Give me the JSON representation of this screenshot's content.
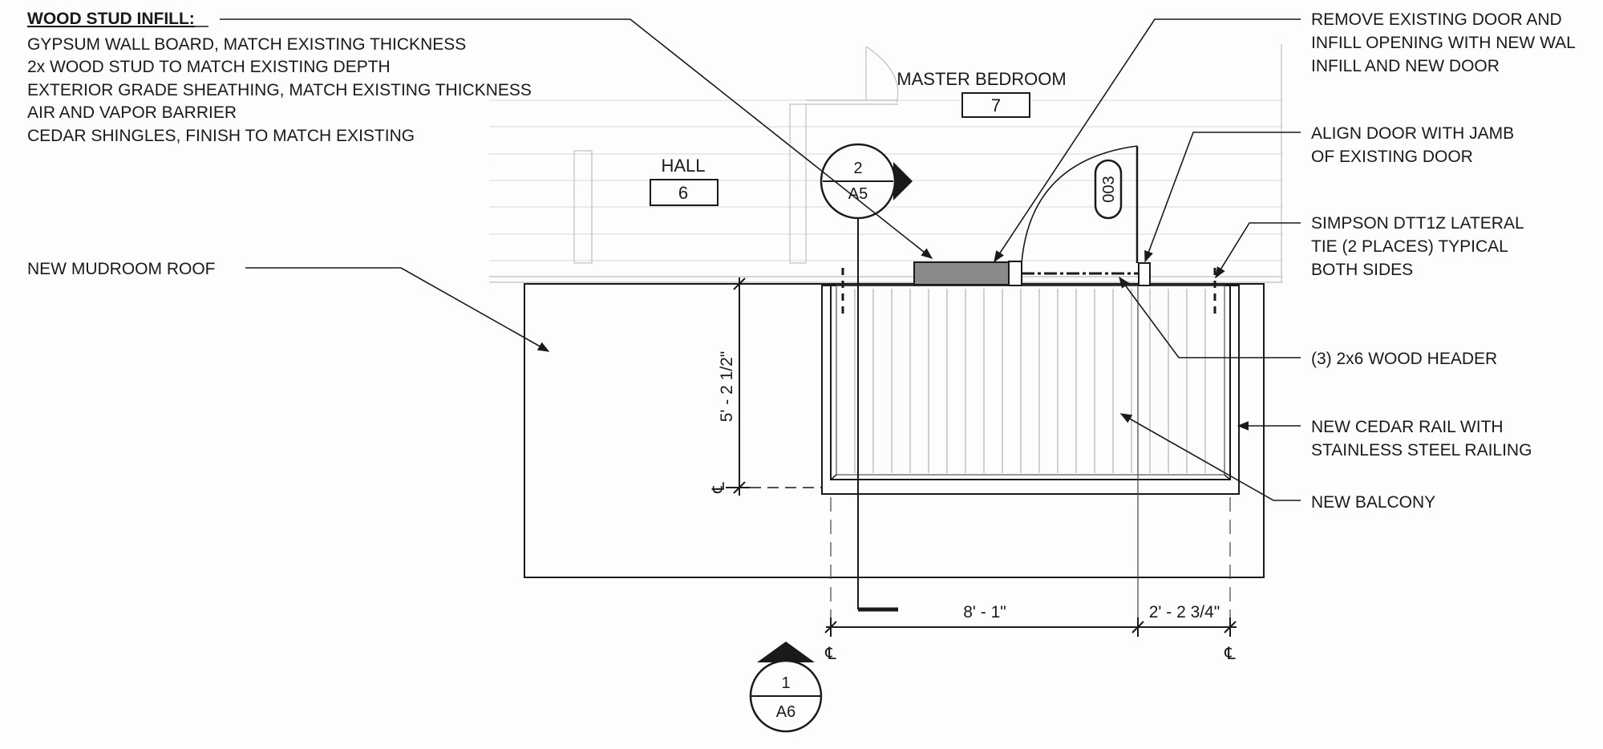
{
  "wood_stud_infill": {
    "heading": "WOOD STUD INFILL:",
    "lines": [
      "GYPSUM WALL BOARD, MATCH EXISTING THICKNESS",
      "2x WOOD STUD TO MATCH EXISTING DEPTH",
      "EXTERIOR GRADE SHEATHING, MATCH EXISTING THICKNESS",
      "AIR AND VAPOR BARRIER",
      "CEDAR SHINGLES, FINISH TO MATCH EXISTING"
    ]
  },
  "left_notes": {
    "mudroom_roof": "NEW MUDROOM ROOF"
  },
  "rooms": {
    "hall": {
      "name": "HALL",
      "number": "6"
    },
    "master_bedroom": {
      "name": "MASTER BEDROOM",
      "number": "7"
    }
  },
  "door_tag": "003",
  "section_marks": {
    "top": {
      "number": "2",
      "sheet": "A5"
    },
    "bottom": {
      "number": "1",
      "sheet": "A6"
    }
  },
  "dimensions": {
    "vertical": "5' - 2 1/2\"",
    "width": "8' - 1\"",
    "offset": "2' - 2 3/4\""
  },
  "right_notes": {
    "remove_door": [
      "REMOVE EXISTING DOOR AND",
      "INFILL OPENING WITH NEW WAL",
      "INFILL AND NEW DOOR"
    ],
    "align_door": [
      "ALIGN DOOR WITH JAMB",
      "OF EXISTING DOOR"
    ],
    "simpson": [
      "SIMPSON DTT1Z LATERAL",
      "TIE (2 PLACES) TYPICAL",
      "BOTH SIDES"
    ],
    "header": [
      "(3) 2x6 WOOD HEADER"
    ],
    "cedar_rail": [
      "NEW CEDAR RAIL WITH",
      "STAINLESS STEEL RAILING"
    ],
    "balcony": [
      "NEW BALCONY"
    ]
  },
  "centerline_symbol": "℄"
}
